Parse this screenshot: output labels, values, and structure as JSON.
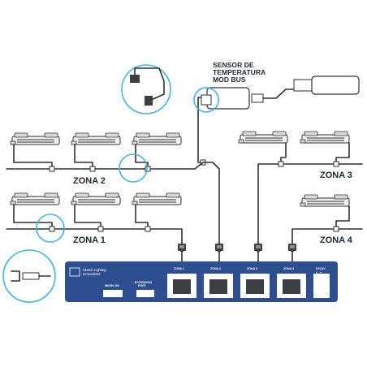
{
  "sensor": {
    "label_lines": [
      "SENSOR DE",
      "TEMPERATURA",
      "MOD BUS"
    ]
  },
  "zones": [
    {
      "label": "ZONA 1"
    },
    {
      "label": "ZONA 2"
    },
    {
      "label": "ZONA 3"
    },
    {
      "label": "ZONA 4"
    }
  ],
  "controller": {
    "brand_lines": [
      "Sketch Lighting",
      "Innovations"
    ],
    "ports": [
      "MICRO SD",
      "EXTENSION",
      "PORT"
    ],
    "zone_ports": [
      "ZONA 1",
      "ZONA 2",
      "ZONA 3",
      "ZONA 4"
    ],
    "power": [
      "DC24V",
      "+  -  +"
    ]
  },
  "colors": {
    "controller": "#2e4f8f",
    "callout": "#40b4e5",
    "cable": "#2b3034"
  }
}
